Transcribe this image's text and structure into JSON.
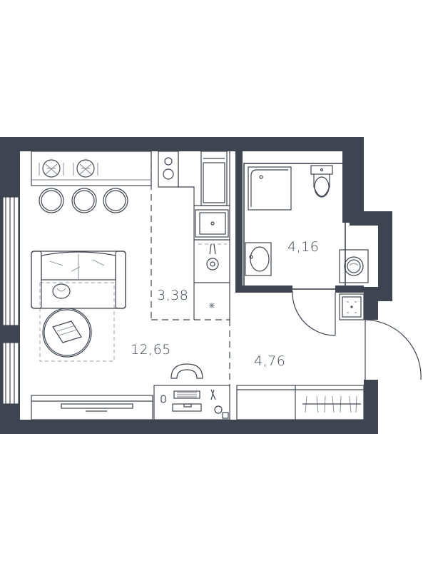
{
  "plan": {
    "wall_color": "#3f4550",
    "rooms": [
      {
        "id": "living",
        "area": "12,65"
      },
      {
        "id": "kitchen",
        "area": "3,38"
      },
      {
        "id": "bathroom",
        "area": "4,16"
      },
      {
        "id": "hallway",
        "area": "4,76"
      }
    ]
  }
}
